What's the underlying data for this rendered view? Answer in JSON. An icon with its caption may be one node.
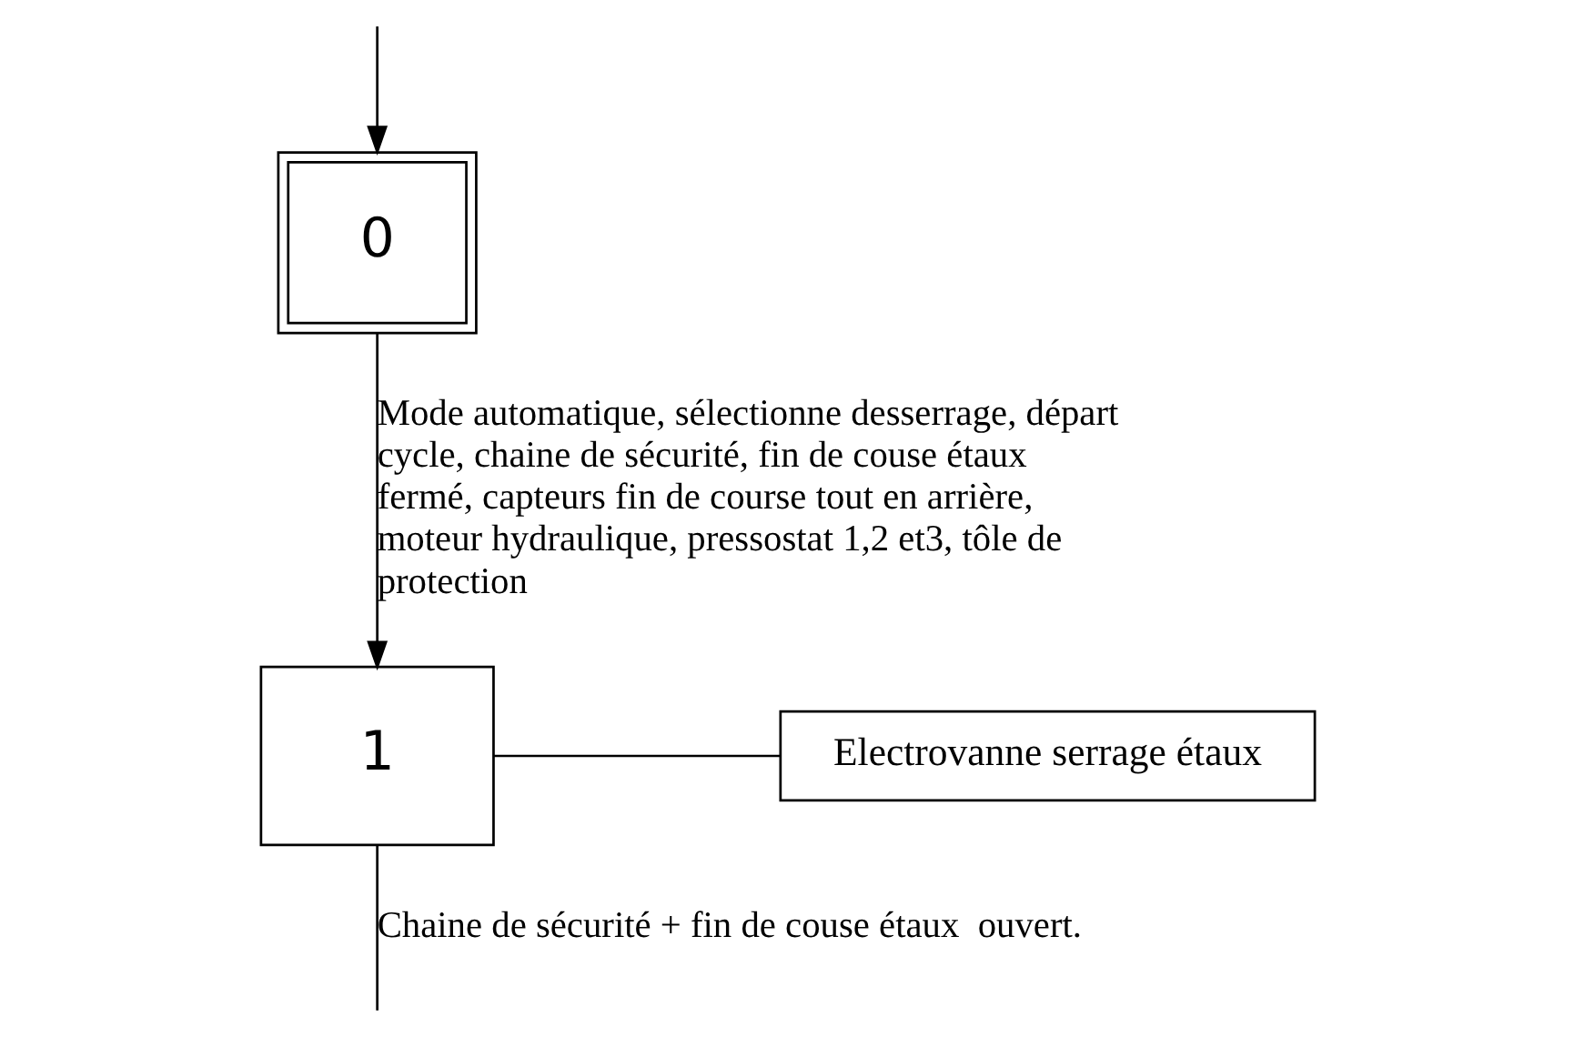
{
  "diagram": {
    "nodes": [
      {
        "text": [
          "0"
        ]
      },
      {
        "text": [
          "1"
        ]
      },
      {
        "text": [
          "Electrovanne serrage étaux"
        ]
      }
    ],
    "edges": [
      {
        "from": null,
        "to": 0,
        "arrow": "to"
      },
      {
        "from": 0,
        "to": 1,
        "arrow": "to",
        "label": "Mode automatique, sélectionne desserrage, départ cycle, chaine de sécurité, fin de couse étaux fermé, capteurs fin de course tout en arrière, moteur hydraulique, pressostat 1,2 et3, tôle de protection"
      },
      {
        "from": 1,
        "to": 2,
        "arrow": "none"
      },
      {
        "from": 1,
        "to": null,
        "arrow": "none",
        "label": "Chaine de sécurité + fin de couse étaux  ouvert."
      }
    ]
  }
}
